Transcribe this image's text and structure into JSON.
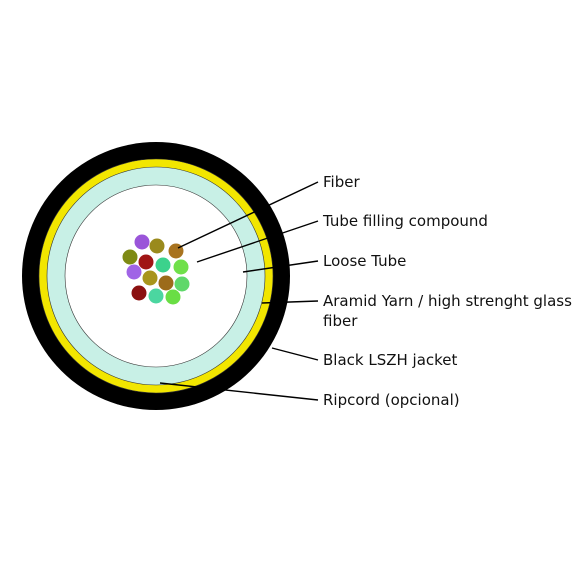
{
  "diagram": {
    "labels": [
      {
        "id": "fiber",
        "text": "Fiber"
      },
      {
        "id": "tube-filling-compound",
        "text": "Tube filling compound"
      },
      {
        "id": "loose-tube",
        "text": "Loose Tube"
      },
      {
        "id": "aramid-yarn-line1",
        "text": "Aramid Yarn / high strenght glass"
      },
      {
        "id": "aramid-yarn-line2",
        "text": "fiber"
      },
      {
        "id": "black-lszh-jacket",
        "text": "Black LSZH jacket"
      },
      {
        "id": "ripcord",
        "text": "Ripcord (opcional)"
      }
    ],
    "colors": {
      "jacket": "#000000",
      "aramid_yarn": "#f2e600",
      "loose_tube": "#c8f0e6",
      "tube_interior": "#ffffff",
      "fibers": [
        "#9a55d9",
        "#9a8a1c",
        "#a8731f",
        "#7e8a14",
        "#a01515",
        "#3cd28c",
        "#6fe04a",
        "#a064e6",
        "#a8951c",
        "#9c6b1a",
        "#5fd86a",
        "#8b1010",
        "#4bd6a0",
        "#69de44"
      ]
    }
  }
}
